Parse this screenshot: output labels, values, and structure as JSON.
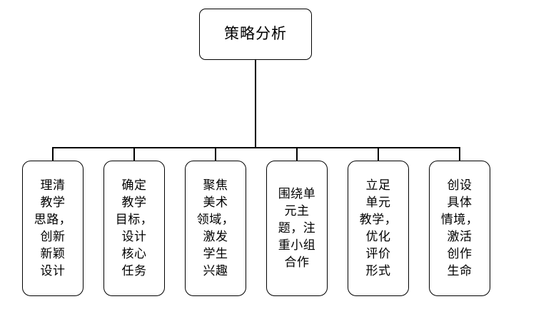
{
  "diagram": {
    "type": "tree",
    "orientation": "top-down",
    "root": {
      "label": "策略分析"
    },
    "children": [
      {
        "label": "理清\n教学\n思路，\n创新\n新颖\n设计"
      },
      {
        "label": "确定\n教学\n目标，\n设计\n核心\n任务"
      },
      {
        "label": "聚焦\n美术\n领域，\n激发\n学生\n兴趣"
      },
      {
        "label": "围绕单\n元主\n题，注\n重小组\n合作"
      },
      {
        "label": "立足\n单元\n教学，\n优化\n评价\n形式"
      },
      {
        "label": "创设\n具体\n情境，\n激活\n创作\n生命"
      }
    ],
    "colors": {
      "stroke": "#000000",
      "fill": "#ffffff",
      "text": "#000000"
    }
  }
}
